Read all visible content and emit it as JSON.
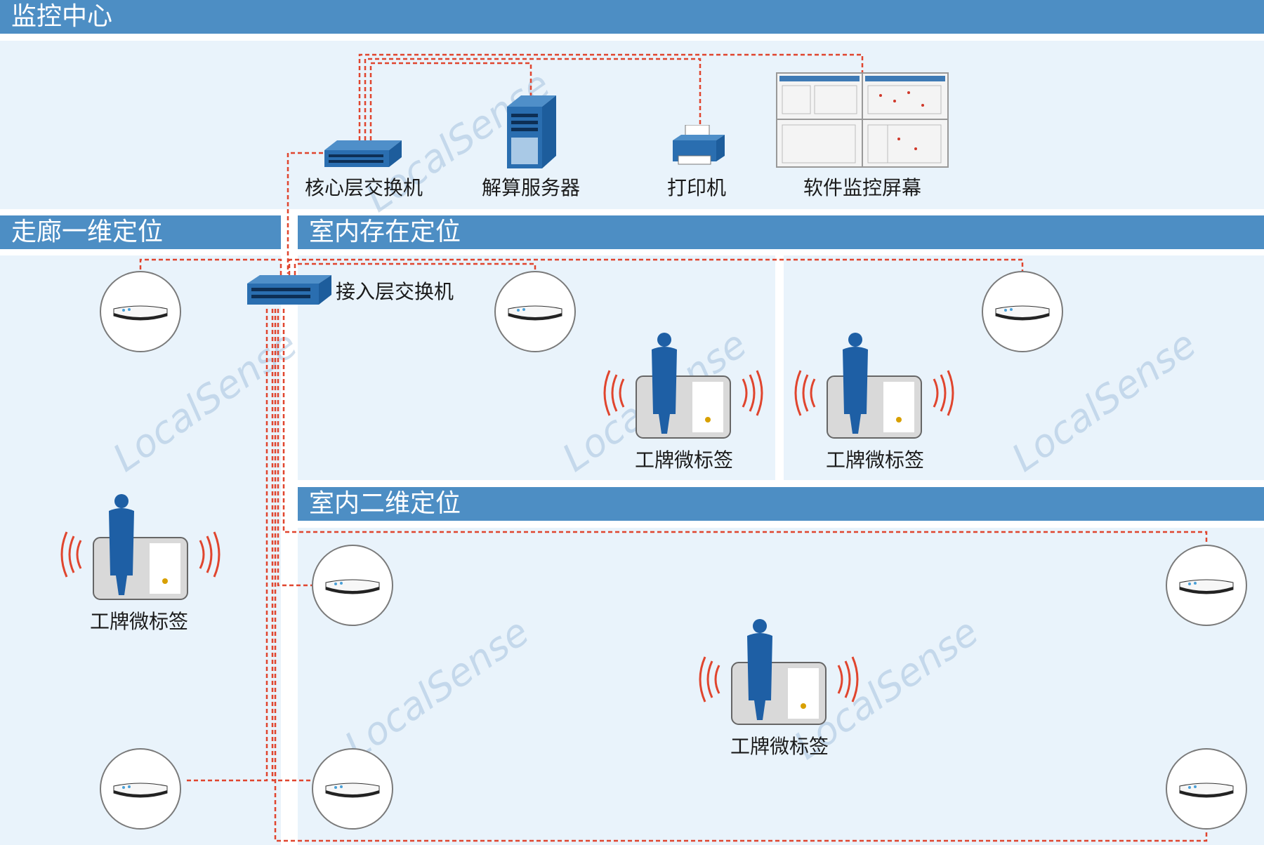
{
  "bands": {
    "monitoring_center": "监控中心",
    "corridor_1d": "走廊一维定位",
    "indoor_presence": "室内存在定位",
    "indoor_2d": "室内二维定位"
  },
  "devices": {
    "core_switch": "核心层交换机",
    "solver_server": "解算服务器",
    "printer": "打印机",
    "monitor_screen": "软件监控屏幕",
    "access_switch": "接入层交换机"
  },
  "tags": {
    "corridor_tag": "工牌微标签",
    "presence_tag_1": "工牌微标签",
    "presence_tag_2": "工牌微标签",
    "indoor_2d_tag": "工牌微标签"
  },
  "watermark": "LocalSense",
  "colors": {
    "band": "#4d8ec4",
    "panel": "#e9f3fb",
    "link": "#e0452e",
    "device": "#2a6eb0"
  }
}
